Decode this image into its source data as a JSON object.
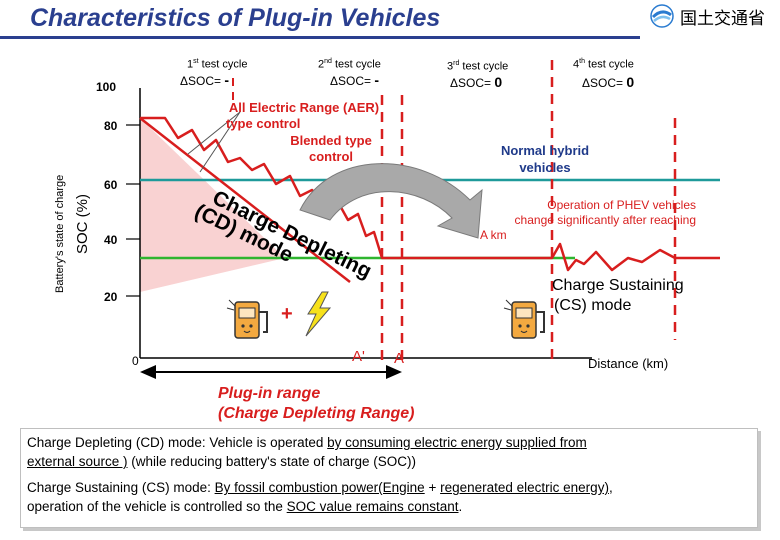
{
  "header": {
    "title": "Characteristics of Plug-in Vehicles",
    "logo_text": "国土交通省"
  },
  "cycles": [
    {
      "label_prefix": "1",
      "label_sup": "st",
      "label_suffix": " test cycle",
      "soc_prefix": "ΔSOC= ",
      "soc_value": "-"
    },
    {
      "label_prefix": "2",
      "label_sup": "nd",
      "label_suffix": " test cycle",
      "soc_prefix": "ΔSOC= ",
      "soc_value": "-"
    },
    {
      "label_prefix": "3",
      "label_sup": "rd",
      "label_suffix": " test cycle",
      "soc_prefix": "ΔSOC= ",
      "soc_value": "0"
    },
    {
      "label_prefix": "4",
      "label_sup": "th",
      "label_suffix": " test cycle",
      "soc_prefix": "ΔSOC= ",
      "soc_value": "0"
    }
  ],
  "axis": {
    "y_ticks": [
      "100",
      "80",
      "60",
      "40",
      "20",
      "0"
    ],
    "y_label_outer": "Battery's state of charge",
    "y_label_inner": "SOC (%)",
    "x_label": "Distance (km)"
  },
  "labels": {
    "aer": [
      "All Electric Range (AER)",
      "type control"
    ],
    "blended": [
      "Blended type",
      "control"
    ],
    "normal_hybrid": [
      "Normal hybrid",
      "vehicles"
    ],
    "operation_phev": [
      "Operation of PHEV vehicles",
      "change significantly after reaching",
      "A km"
    ],
    "cd_mode_1": "Charge Depleting",
    "cd_mode_2": "(CD) mode",
    "cs_mode": [
      "Charge Sustaining",
      "(CS) mode"
    ],
    "a_prime": "A'",
    "a": "A",
    "plus": "+",
    "plugin_range": [
      "Plug-in range",
      "(Charge Depleting Range)"
    ]
  },
  "notes": {
    "cd": {
      "prefix": "Charge Depleting (CD) mode: Vehicle is operated ",
      "underlined_1": "by consuming electric energy supplied from",
      "underlined_2": "external source )",
      "suffix": " (while reducing battery's state of charge (SOC))"
    },
    "cs": {
      "prefix": "Charge Sustaining (CS) mode: ",
      "underlined_1": "By fossil combustion power(Engine",
      "mid": " + ",
      "underlined_2": "regenerated electric energy)",
      "mid2": ",",
      "line2_prefix": "operation of the vehicle is controlled so the ",
      "underlined_3": "SOC value remains constant",
      "suffix": "."
    }
  },
  "colors": {
    "title": "#2a3f8f",
    "red": "#d81e1e",
    "pink_fill": "#f9d2d2",
    "teal": "#1e9a9a",
    "green": "#2fb52f",
    "blue_text": "#1f3a8a"
  }
}
